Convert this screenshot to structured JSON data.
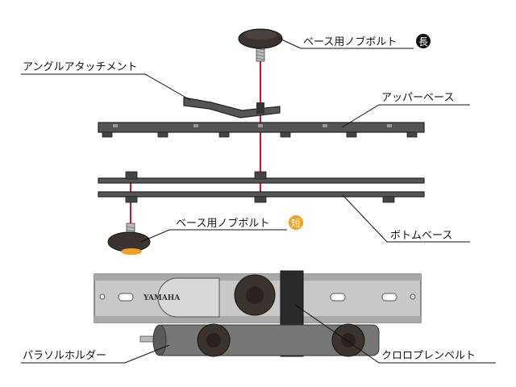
{
  "labels": {
    "long_bolt": "ベース用ノブボルト",
    "long_badge": "長",
    "angle_attachment": "アングルアタッチメント",
    "upper_base": "アッパーベース",
    "short_bolt": "ベース用ノブボルト",
    "short_badge": "短",
    "bottom_base": "ボトムベース",
    "brand": "YAMAHA",
    "parasol_holder": "パラソルホルダー",
    "cloth_belt": "クロロプレンベルト"
  },
  "colors": {
    "part_fill": "#555555",
    "part_dark": "#2a2a2a",
    "bracket_fill": "#c8c8c8",
    "knob": "#3a3330",
    "axis_red": "#d8102a",
    "long_badge": "#111111",
    "short_badge": "#f0a020"
  }
}
